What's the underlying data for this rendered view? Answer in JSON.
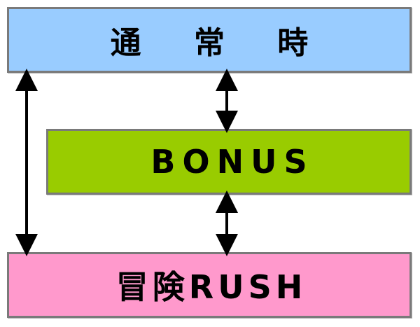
{
  "nodes": [
    {
      "id": "normal",
      "label": "通 常 時",
      "color": "#99ccff"
    },
    {
      "id": "bonus",
      "label": "BONUS",
      "color": "#99cc00"
    },
    {
      "id": "rush",
      "label": "冒険RUSH",
      "color": "#ff99cc"
    }
  ],
  "edges": [
    {
      "from": "normal",
      "to": "rush",
      "direction": "both"
    },
    {
      "from": "normal",
      "to": "bonus",
      "direction": "both"
    },
    {
      "from": "bonus",
      "to": "rush",
      "direction": "both"
    }
  ],
  "colors": {
    "border": "#7a7a7a",
    "arrow": "#000000"
  }
}
